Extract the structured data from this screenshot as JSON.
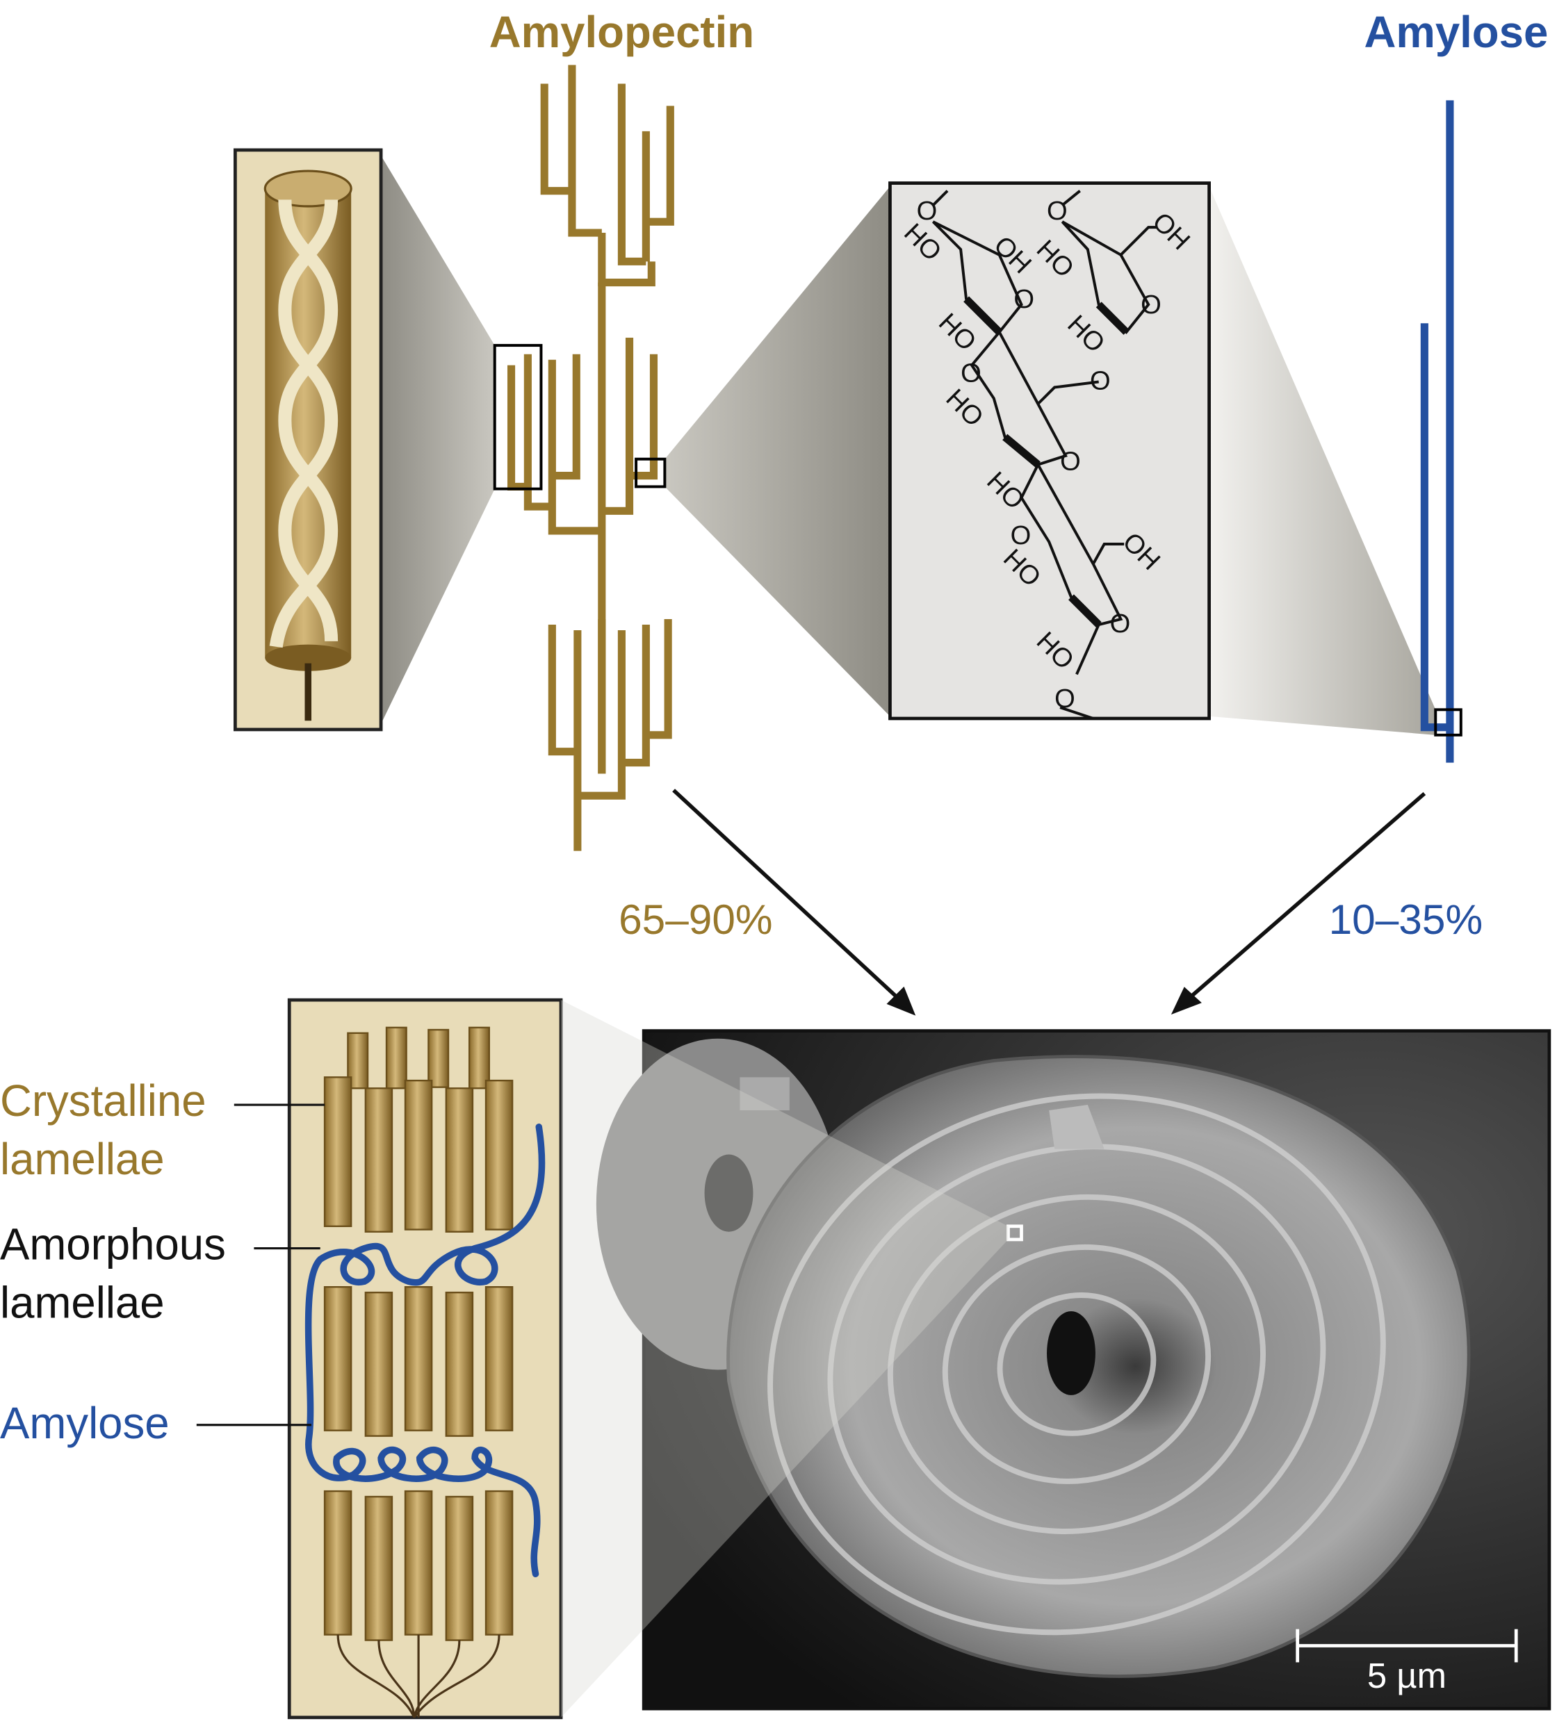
{
  "titles": {
    "amylopectin": "Amylopectin",
    "amylose": "Amylose"
  },
  "percentages": {
    "amylopectin": "65–90%",
    "amylose": "10–35%"
  },
  "labels": {
    "crystalline_1": "Crystalline",
    "crystalline_2": "lamellae",
    "amorphous_1": "Amorphous",
    "amorphous_2": "lamellae",
    "amylose": "Amylose"
  },
  "chemistry": {
    "oxygen": "O",
    "hydroxyl_left": "HO",
    "hydroxyl_right": "OH"
  },
  "scale_bar": "5 µm",
  "colors": {
    "amylopectin": "#98782c",
    "amylose": "#2450a0"
  }
}
